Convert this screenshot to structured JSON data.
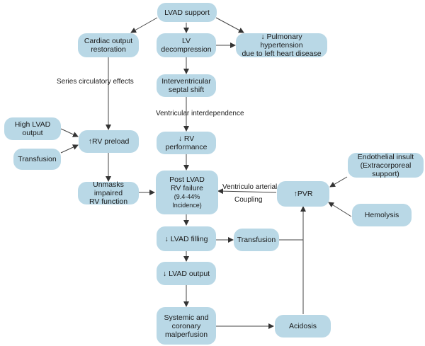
{
  "nodes": {
    "lvad_support": [
      "LVAD support"
    ],
    "cardiac_output": [
      "Cardiac output",
      "restoration"
    ],
    "lv_decompression": [
      "LV decompression"
    ],
    "pulm_htn": [
      "↓ Pulmonary hypertension",
      "due to left heart disease"
    ],
    "septal_shift": [
      "Interventricular",
      "septal shift"
    ],
    "high_lvad_output": [
      "High LVAD",
      "output"
    ],
    "rv_preload": [
      "↑RV preload"
    ],
    "transfusion_left": [
      "Transfusion"
    ],
    "rv_performance": [
      "↓ RV performance"
    ],
    "endothelial": [
      "Endothelial insult",
      "(Extracorporeal support)"
    ],
    "unmasks": [
      "Unmasks impaired",
      "RV function"
    ],
    "post_lvad": [
      "Post LVAD",
      "RV failure",
      "(9.4-44% Incidence)"
    ],
    "pvr": [
      "↑PVR"
    ],
    "hemolysis": [
      "Hemolysis"
    ],
    "lvad_filling": [
      "↓ LVAD filling"
    ],
    "transfusion_mid": [
      "Transfusion"
    ],
    "lvad_output": [
      "↓ LVAD output"
    ],
    "malperfusion": [
      "Systemic and",
      "coronary",
      "malperfusion"
    ],
    "acidosis": [
      "Acidosis"
    ]
  },
  "labels": {
    "series_circ": "Series circulatory   effects",
    "ventricular_interdep": "Ventricular   interdependence",
    "va_coupling_1": "Ventriculo arterial",
    "va_coupling_2": "Coupling"
  }
}
